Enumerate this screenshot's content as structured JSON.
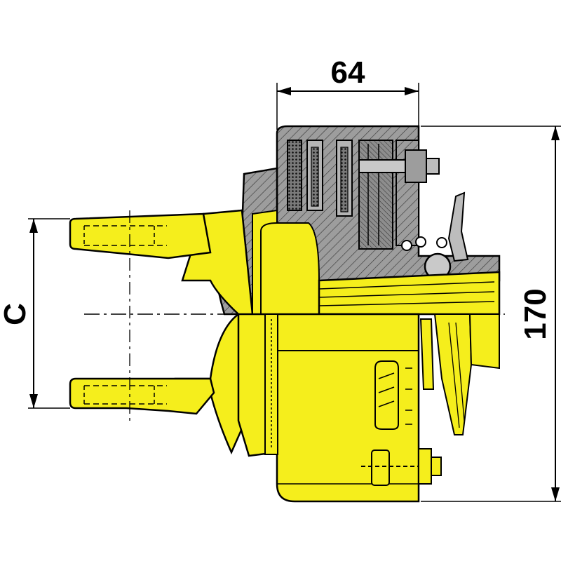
{
  "dimensions": {
    "top_width": "64",
    "right_height": "170",
    "left_span": "C"
  },
  "colors": {
    "yellow": "#f5ee1c",
    "gray": "#9d9d9d",
    "dark_gray": "#6f6f6f",
    "outline": "#000000",
    "background": "#ffffff"
  }
}
